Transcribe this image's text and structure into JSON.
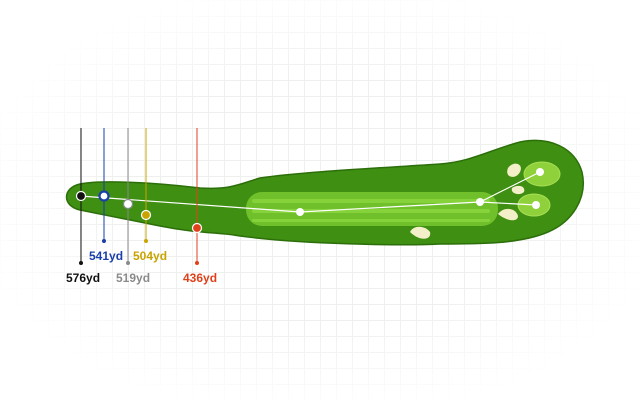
{
  "colors": {
    "rough": "#3f8f12",
    "rough_edge": "#2c6f0a",
    "fairway": "#6fc02a",
    "fairway_stripe": "#86d23a",
    "green": "#8fd13a",
    "bunker": "#f3efc8",
    "shot_line": "#ffffff"
  },
  "tees": [
    {
      "id": "black",
      "label": "576yd",
      "color": "#111111"
    },
    {
      "id": "blue",
      "label": "541yd",
      "color": "#1a3fa8"
    },
    {
      "id": "white",
      "label": "519yd",
      "color": "#8a8a8a"
    },
    {
      "id": "gold",
      "label": "504yd",
      "color": "#c9a400"
    },
    {
      "id": "red",
      "label": "436yd",
      "color": "#e0401a"
    }
  ]
}
